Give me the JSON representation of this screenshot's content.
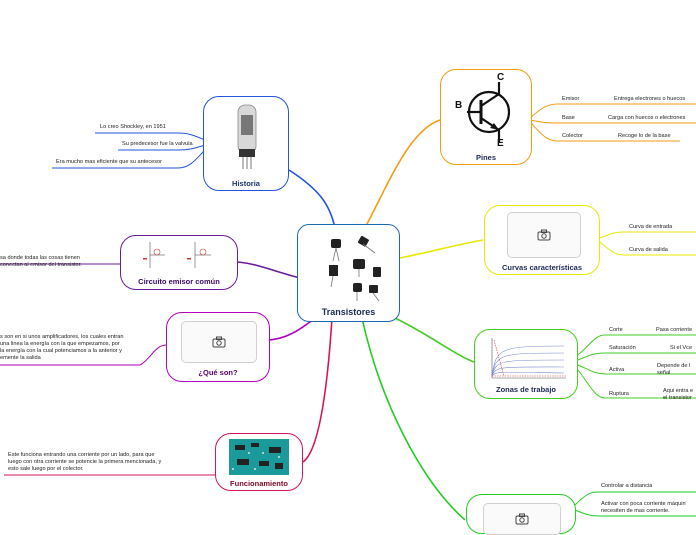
{
  "central": {
    "title": "Transistores"
  },
  "historia": {
    "title": "Historia",
    "items": [
      "Lo creo Shockley, en 1951",
      "Su predecesor fue la valvula",
      "Era mucho mas eficiente que su antecesor"
    ]
  },
  "circuito": {
    "title": "Circuito emisor común",
    "text_line1": "sa donde todas las cosas tienen",
    "text_line2": "conectan al emisor del transistor."
  },
  "que_son": {
    "title": "¿Qué son?",
    "text_line1": "s son en si unos amplificadores, los cuales entran",
    "text_line2": "una linea la energía con la que empezamos, por",
    "text_line3": "la energía con la cual potenciamos a la anterior y",
    "text_line4": "emente la salida"
  },
  "funcionamiento": {
    "title": "Funcionamiento",
    "text_line1": "Este funciona entrando una corriente por un lado, para que",
    "text_line2": "luego con otra corriente se potencie la primera mencionada, y",
    "text_line3": "esto sale luego por el colector."
  },
  "pines": {
    "title": "Pines",
    "symbol_labels": {
      "c": "C",
      "b": "B",
      "e": "E"
    },
    "items": [
      {
        "label": "Emisor",
        "desc": "Entrega electrones o huecos"
      },
      {
        "label": "Base",
        "desc": "Carga con huecos o electrones"
      },
      {
        "label": "Colector",
        "desc": "Recoge lo de la base"
      }
    ]
  },
  "curvas": {
    "title": "Curvas características",
    "items": [
      "Curva de entrada",
      "Curva de salida"
    ]
  },
  "zonas": {
    "title": "Zonas de trabajo",
    "items": [
      {
        "label": "Corte",
        "desc": "Pasa corriente"
      },
      {
        "label": "Saturación",
        "desc": "Si el Vce"
      },
      {
        "label": "Activa",
        "desc_line1": "Depende de l",
        "desc_line2": "señal"
      },
      {
        "label": "Ruptura",
        "desc_line1": "Aqui entra e",
        "desc_line2": "el transistor"
      }
    ]
  },
  "usos": {
    "items": [
      {
        "text_line1": "Controlar a distancia"
      },
      {
        "text_line1": "Activar con poca corriente máquin",
        "text_line2": "necesiten de mas corriente."
      }
    ]
  },
  "colors": {
    "historia": "#2255dd",
    "circuito": "#6a1b9a",
    "que_son": "#b000c0",
    "funcionamiento": "#d4145a",
    "pines": "#f39c12",
    "curvas": "#e8e800",
    "zonas": "#44cc22",
    "usos": "#22cc22",
    "central": "#1a6ab0"
  }
}
